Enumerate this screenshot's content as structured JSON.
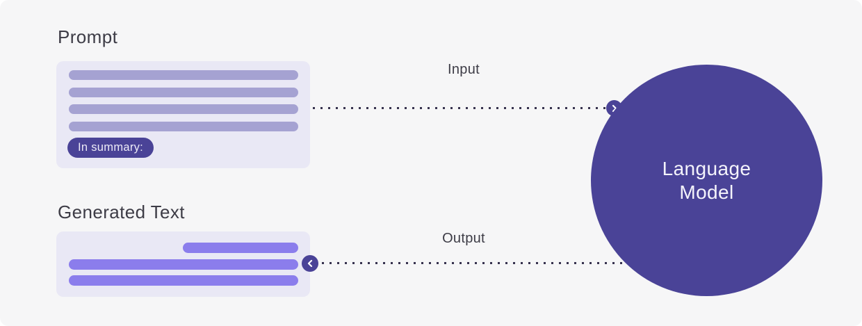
{
  "canvas": {
    "background": "#f6f6f7"
  },
  "colors": {
    "heading_text": "#3d3c46",
    "panel_background": "#e9e8f5",
    "prompt_line": "#a5a2d2",
    "generated_line": "#8b7dec",
    "accent_dark_purple": "#4a4397",
    "dotted_line": "#37324e",
    "circle_text": "#f4f3fb"
  },
  "prompt": {
    "title": "Prompt",
    "pill_label": "In summary:",
    "skeleton_line_count": 4
  },
  "input_flow": {
    "label": "Input",
    "icon": "chevron-right-icon",
    "direction": "to-model"
  },
  "model": {
    "label": "Language Model"
  },
  "output_flow": {
    "label": "Output",
    "icon": "chevron-left-icon",
    "direction": "from-model"
  },
  "generated": {
    "title": "Generated Text",
    "skeleton_line_count": 3
  }
}
